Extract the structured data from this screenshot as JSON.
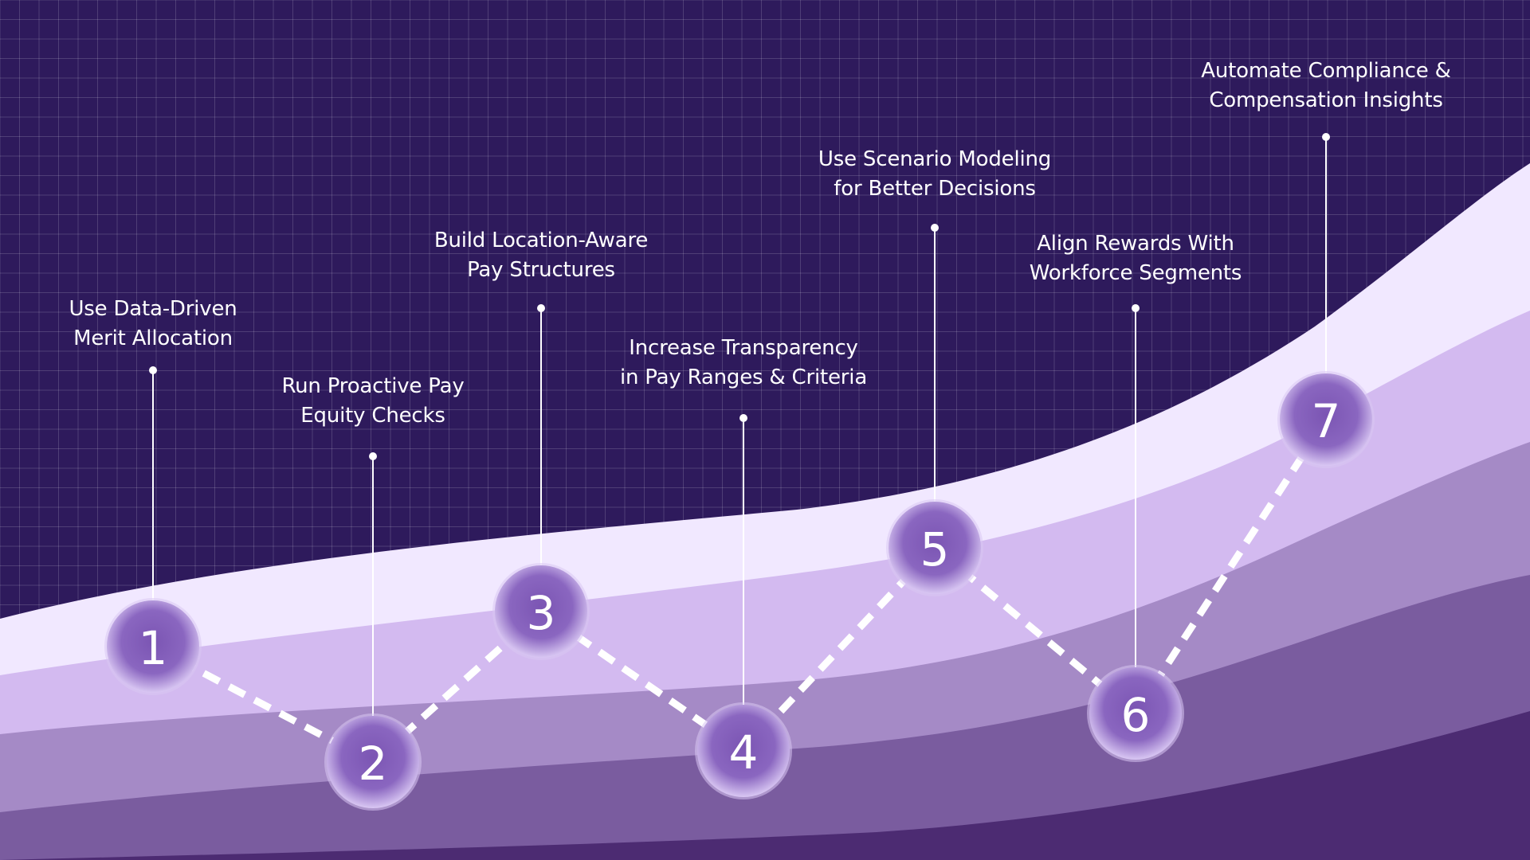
{
  "colors": {
    "background": "#2e1a5c",
    "grid_line": "#ffffff",
    "band_1": "#f1e8ff",
    "band_2": "#d3baf0",
    "band_3": "#a58ac6",
    "band_4": "#7a5c9f",
    "band_5": "#4c2b72",
    "circle_fill": "#7b55b3",
    "circle_rim": "#d9c7f3",
    "connector": "#ffffff",
    "path_dash": "#ffffff"
  },
  "steps": [
    {
      "number": "1",
      "label_lines": [
        "Use Data-Driven",
        "Merit Allocation"
      ]
    },
    {
      "number": "2",
      "label_lines": [
        "Run Proactive Pay",
        "Equity Checks"
      ]
    },
    {
      "number": "3",
      "label_lines": [
        "Build Location-Aware",
        "Pay Structures"
      ]
    },
    {
      "number": "4",
      "label_lines": [
        "Increase Transparency",
        "in Pay Ranges & Criteria"
      ]
    },
    {
      "number": "5",
      "label_lines": [
        "Use Scenario Modeling",
        "for Better Decisions"
      ]
    },
    {
      "number": "6",
      "label_lines": [
        "Align Rewards With",
        "Workforce Segments"
      ]
    },
    {
      "number": "7",
      "label_lines": [
        "Automate Compliance &",
        "Compensation Insights"
      ]
    }
  ]
}
